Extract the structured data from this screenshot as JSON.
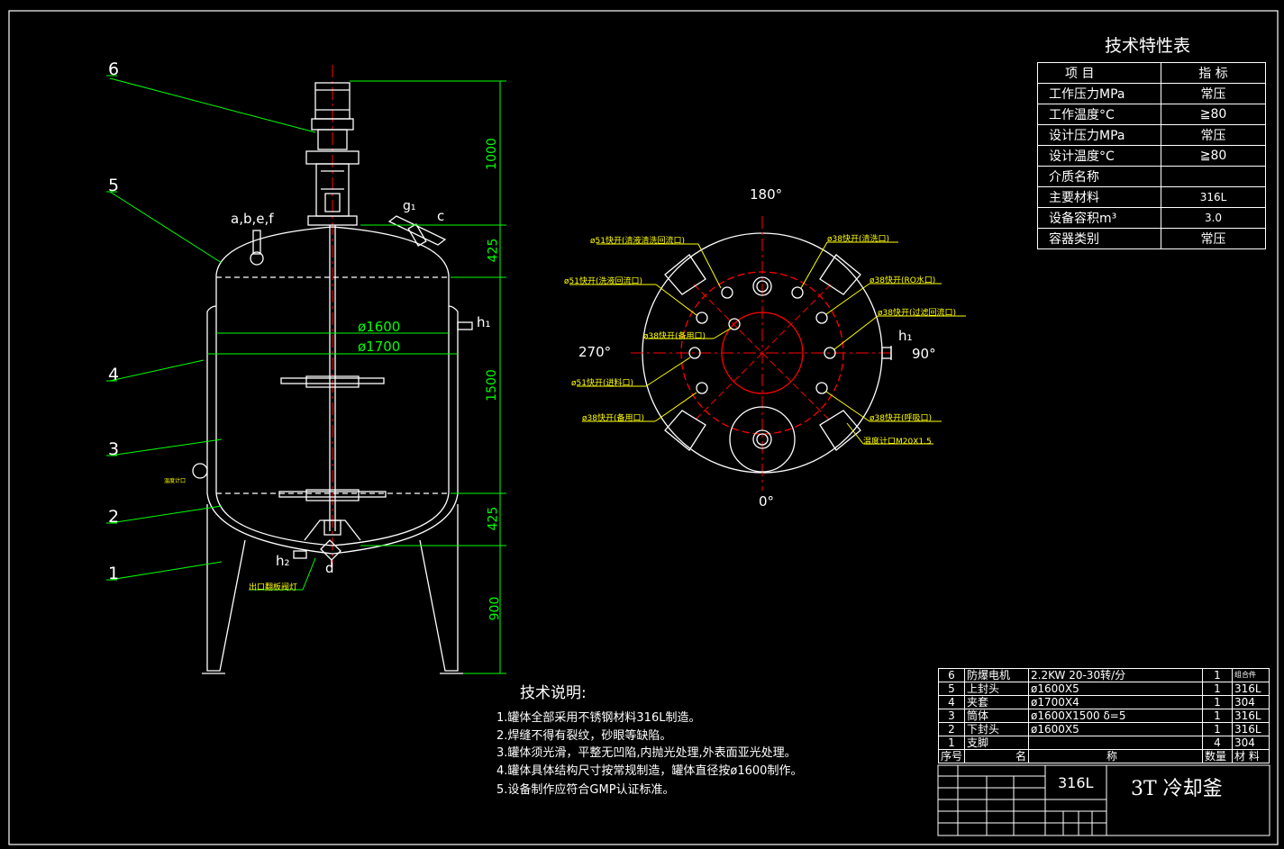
{
  "spec_table": {
    "title": "技术特性表",
    "header": [
      "项  目",
      "指  标"
    ],
    "rows": [
      [
        "工作压力MPa",
        "常压"
      ],
      [
        "工作温度°C",
        "≧80"
      ],
      [
        "设计压力MPa",
        "常压"
      ],
      [
        "设计温度°C",
        "≧80"
      ],
      [
        "介质名称",
        ""
      ],
      [
        "主要材料",
        "316L"
      ],
      [
        "设备容积m³",
        "3.0"
      ],
      [
        "容器类别",
        "常压"
      ]
    ]
  },
  "elevation": {
    "dia_inner": "ø1600",
    "dia_outer": "ø1700",
    "dims": [
      "1000",
      "425",
      "1500",
      "425",
      "900"
    ],
    "callouts": [
      "1",
      "2",
      "3",
      "4",
      "5",
      "6"
    ],
    "nozzle_labels": {
      "abef": "a,b,e,f",
      "g1": "g₁",
      "c": "c",
      "h1": "h₁",
      "h2": "h₂",
      "d": "d"
    },
    "bottom_note": "出口翻板阀灯",
    "side_note": "温度计口"
  },
  "plan": {
    "angles": {
      "top": "180°",
      "left": "270°",
      "right": "90°",
      "bottom": "0°"
    },
    "h1": "h₁",
    "ports_left": [
      "ø51快开(清液清洗回流口)",
      "ø51快开(洗液回流口)",
      "ø38快开(备用口)",
      "ø51快开(进料口)",
      "ø38快开(备用口)"
    ],
    "ports_right": [
      "ø38快开(清洗口)",
      "ø38快开(RO水口)",
      "ø38快开(过滤回流口)",
      "ø38快开(呼吸口)",
      "温度计口M20X1.5"
    ]
  },
  "notes": {
    "title": "技术说明:",
    "items": [
      "1.罐体全部采用不锈钢材料316L制造。",
      "2.焊缝不得有裂纹，砂眼等缺陷。",
      "3.罐体须光滑，平整无凹陷,内抛光处理,外表面亚光处理。",
      "4.罐体具体结构尺寸按常规制造，罐体直径按ø1600制作。",
      "5.设备制作应符合GMP认证标准。"
    ]
  },
  "bom": {
    "rows": [
      {
        "no": "6",
        "name": "防爆电机",
        "spec": "2.2KW    20-30转/分",
        "qty": "1",
        "mat": "组合件"
      },
      {
        "no": "5",
        "name": "上封头",
        "spec": "ø1600X5",
        "qty": "1",
        "mat": "316L"
      },
      {
        "no": "4",
        "name": "夹套",
        "spec": "ø1700X4",
        "qty": "1",
        "mat": "304"
      },
      {
        "no": "3",
        "name": "筒体",
        "spec": "ø1600X1500 δ=5",
        "qty": "1",
        "mat": "316L"
      },
      {
        "no": "2",
        "name": "下封头",
        "spec": "ø1600X5",
        "qty": "1",
        "mat": "316L"
      },
      {
        "no": "1",
        "name": "支脚",
        "spec": "",
        "qty": "4",
        "mat": "304"
      }
    ],
    "header": {
      "no": "序号",
      "name": "名",
      "name2": "称",
      "qty": "数量",
      "mat": "材  料"
    }
  },
  "title_block": {
    "material": "316L",
    "name": "3T 冷却釜"
  },
  "colors": {
    "line": "#ffffff",
    "dim": "#00ff00",
    "center": "#ff0000",
    "leader": "#ffff00"
  }
}
